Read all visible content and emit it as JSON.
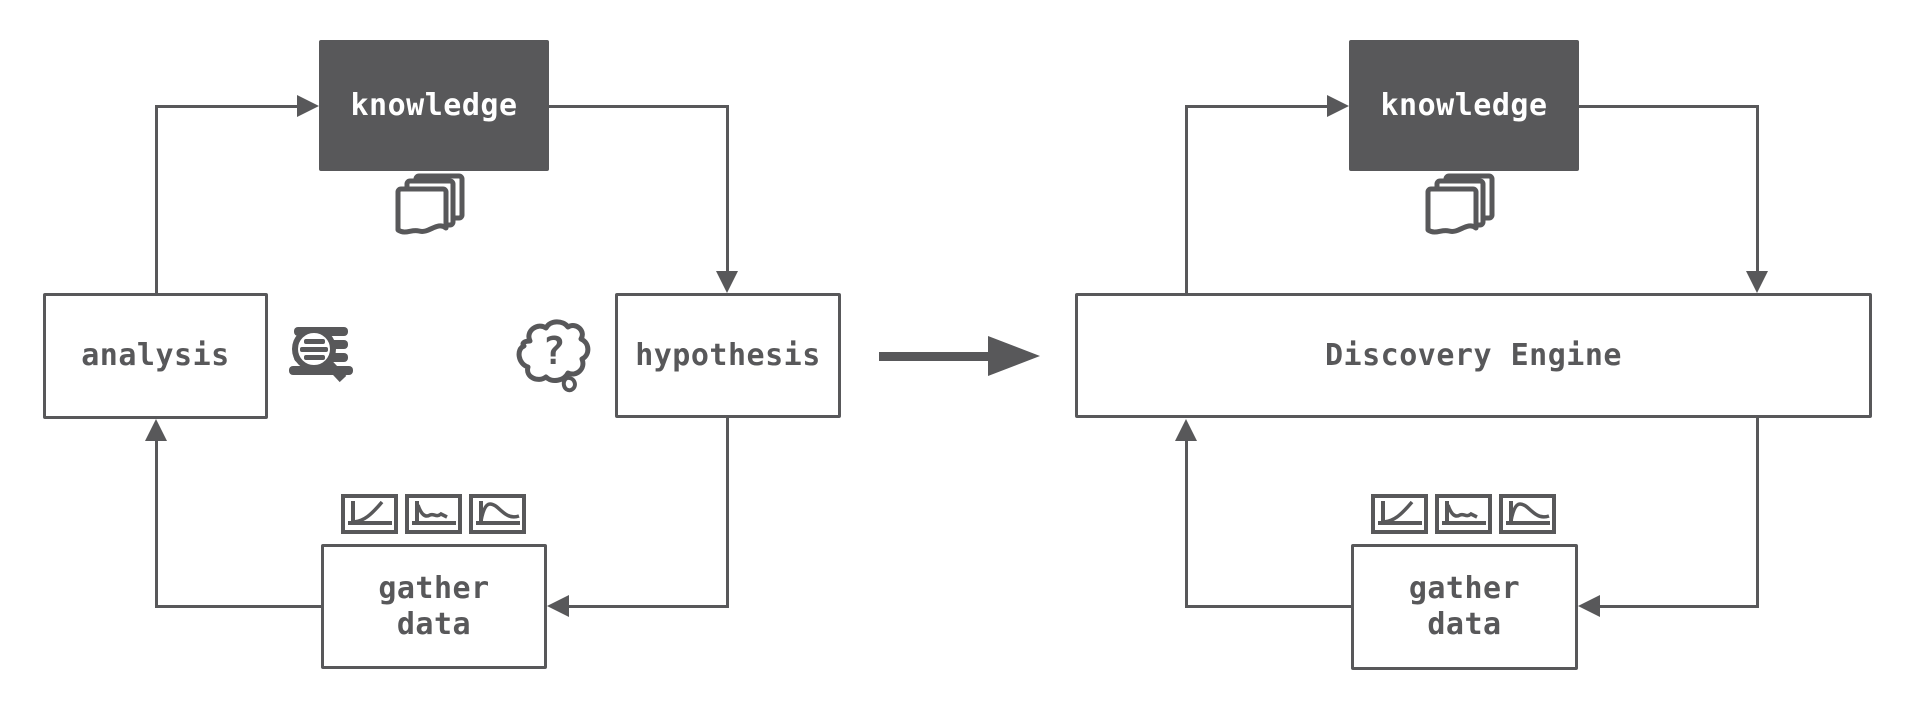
{
  "colors": {
    "ink": "#58585a",
    "box_fill": "#58585a",
    "box_text": "#ffffff",
    "bg": "#ffffff"
  },
  "left_cycle": {
    "knowledge_label": "knowledge",
    "analysis_label": "analysis",
    "hypothesis_label": "hypothesis",
    "gather_data_label": "gather\ndata"
  },
  "right_cycle": {
    "knowledge_label": "knowledge",
    "engine_label": "Discovery Engine",
    "gather_data_label": "gather\ndata"
  },
  "icons": {
    "documents": "documents-icon",
    "search_data": "search-data-icon",
    "thought_question": "thought-question-icon",
    "thought_question_mark": "?",
    "chart_trends": [
      "chart-rise-icon",
      "chart-fluctuate-icon",
      "chart-peak-icon"
    ]
  }
}
